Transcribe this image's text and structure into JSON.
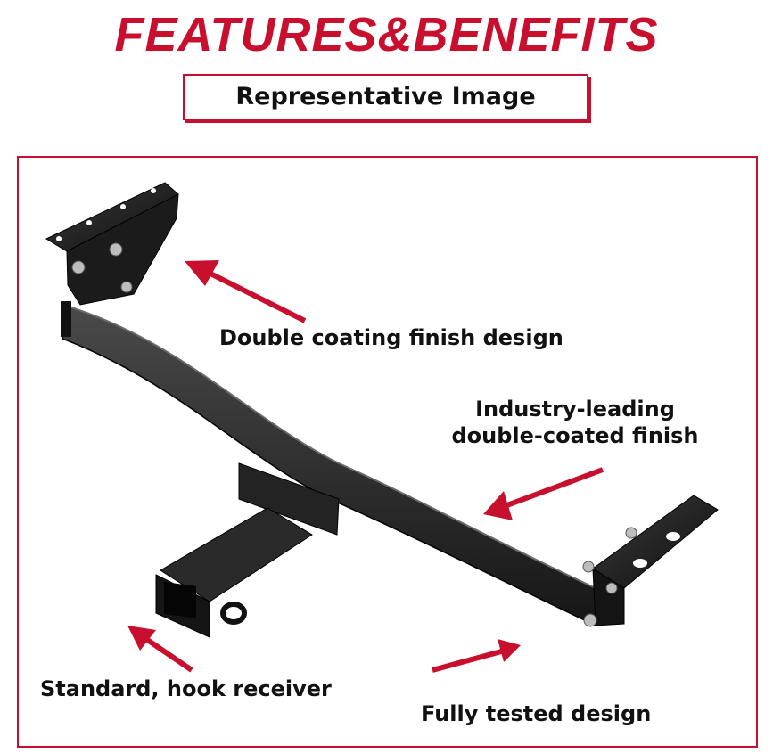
{
  "header": {
    "headline": "FEATURES&BENEFITS",
    "representative_label": "Representative Image"
  },
  "callouts": {
    "coating": "Double coating finish design",
    "industry": "Industry-leading double-coated finish",
    "receiver": "Standard, hook receiver",
    "tested": "Fully tested design"
  },
  "colors": {
    "accent_red": "#c8102e",
    "hitch_black": "#1a1a1a"
  }
}
